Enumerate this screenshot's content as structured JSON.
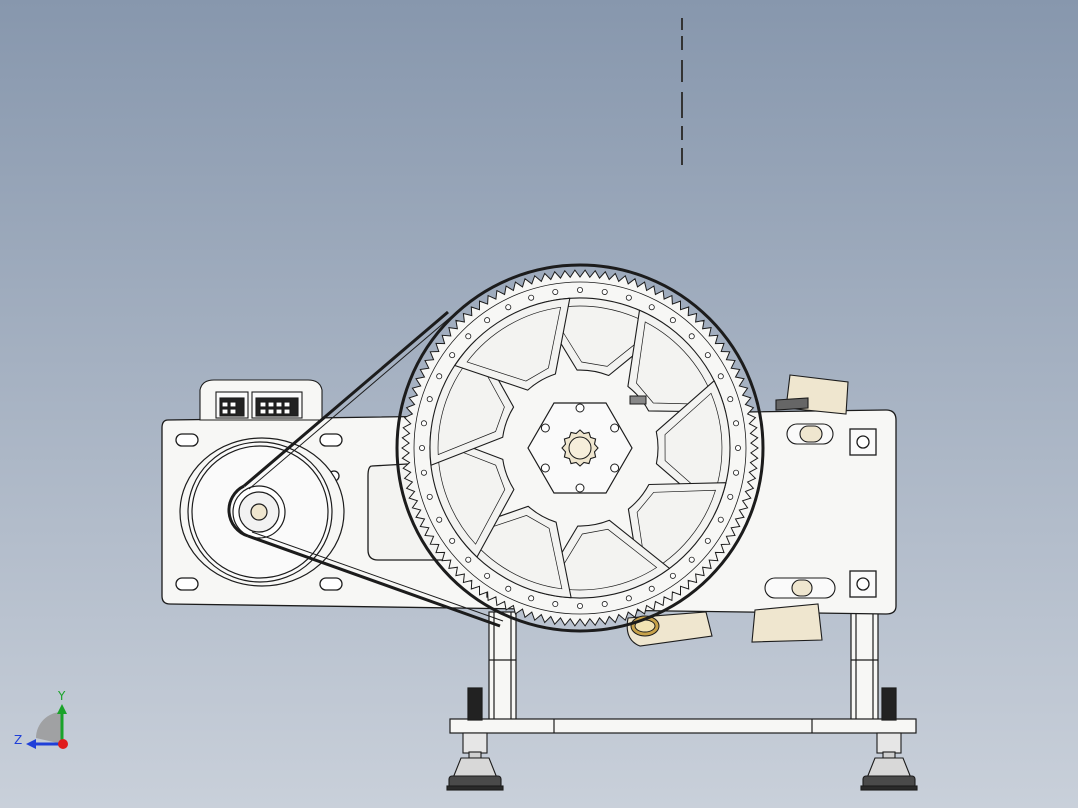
{
  "triad": {
    "y_label": "Y",
    "z_label": "Z",
    "y_color": "#1aa32a",
    "z_color": "#1f3fd8",
    "x_color": "#e01b1b"
  },
  "colors": {
    "bg_top": "#8797ad",
    "bg_bottom": "#c5ccd6",
    "part_fill": "#f7f7f5",
    "edge": "#1c1c1c",
    "tan": "#efe6cf",
    "brass": "#c8a24a"
  },
  "gear": {
    "tooth_count": 110,
    "spoke_count": 9
  }
}
